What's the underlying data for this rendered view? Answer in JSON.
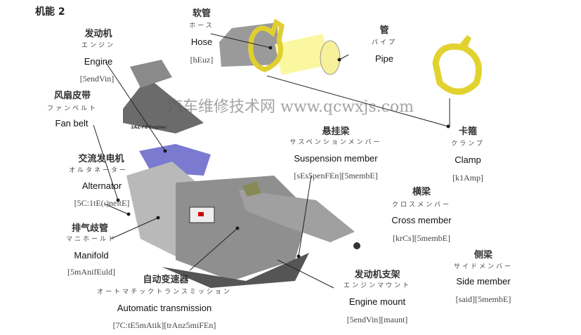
{
  "title": "机能 2",
  "watermark": "汽车维修技术网 www.qcwxjs.com",
  "labels": {
    "engine": {
      "zh": "发动机",
      "ja": "エンジン",
      "en": "Engine",
      "ph": "[5endVin]"
    },
    "fan_belt": {
      "zh": "风扇皮带",
      "ja": "ファンベルト",
      "en": "Fan belt"
    },
    "alternator": {
      "zh": "交流发电机",
      "ja": "オルタネーター",
      "en": "Alternator",
      "ph": "[5C:1tE(:)neitE]"
    },
    "manifold": {
      "zh": "排气歧管",
      "ja": "マニホールド",
      "en": "Manifold",
      "ph": "[5mAnifEuld]"
    },
    "transmission": {
      "zh": "自动变速器",
      "ja": "オートマチックトランスミッション",
      "en": "Automatic transmission",
      "ph": "[7C:tE5mAtik][trAnz5miFEn]"
    },
    "hose": {
      "zh": "软管",
      "ja": "ホース",
      "en": "Hose",
      "ph": "[hEuz]"
    },
    "pipe": {
      "zh": "管",
      "ja": "パイプ",
      "en": "Pipe"
    },
    "clamp": {
      "zh": "卡箍",
      "ja": "クランプ",
      "en": "Clamp",
      "ph": "[k1Amp]"
    },
    "suspension": {
      "zh": "悬挂梁",
      "ja": "サスペンションメンバー",
      "en": "Suspension member",
      "ph": "[sEs5penFEn][5membE]"
    },
    "cross": {
      "zh": "横梁",
      "ja": "クロスメンバー",
      "en": "Cross member",
      "ph": "[krCs][5membE]"
    },
    "side": {
      "zh": "侧梁",
      "ja": "サイドメンバー",
      "en": "Side member",
      "ph": "[said][5membE]"
    },
    "mount": {
      "zh": "发动机支架",
      "ja": "エンジンマウント",
      "en": "Engine mount",
      "ph": "[5endVin][maunt]"
    }
  },
  "engine_caption": "2AZ-FE Engine:",
  "colors": {
    "clamp": "#e8d83a",
    "pipe": "#fbf7a0",
    "hose": "#9a9a9a",
    "engine_top": "#7a7ad0"
  }
}
